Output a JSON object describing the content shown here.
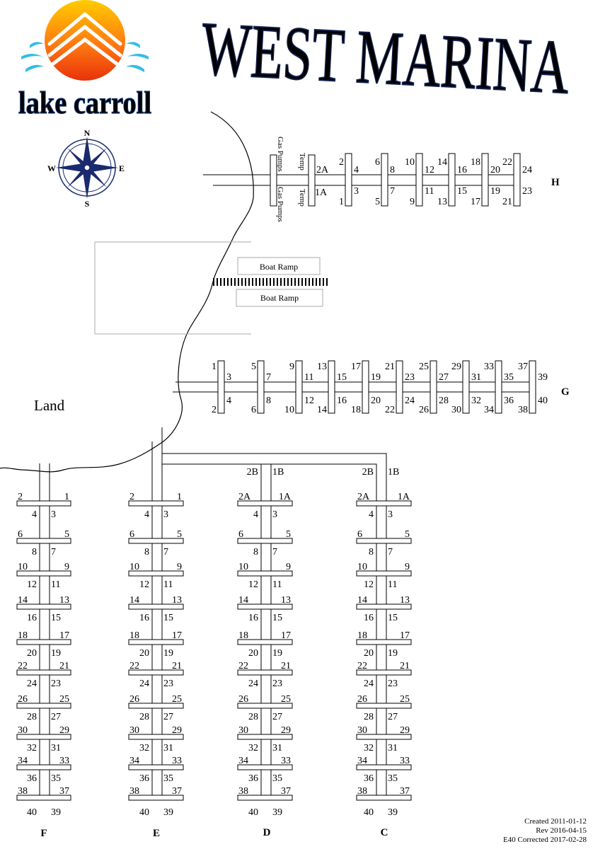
{
  "title": "WEST MARINA",
  "logo_text": "lake carroll",
  "compass": {
    "n": "N",
    "s": "S",
    "e": "E",
    "w": "W"
  },
  "land_label": "Land",
  "facilities": {
    "gas_pumps": "Gas Pumps",
    "temp": "Temp",
    "boat_ramp": "Boat Ramp"
  },
  "docks": {
    "H": {
      "name": "H",
      "top": [
        "2A",
        "2",
        "4",
        "6",
        "8",
        "10",
        "12",
        "14",
        "16",
        "18",
        "20",
        "22",
        "24"
      ],
      "bottom": [
        "1A",
        "1",
        "3",
        "5",
        "7",
        "9",
        "11",
        "13",
        "15",
        "17",
        "19",
        "21",
        "23"
      ]
    },
    "G": {
      "name": "G",
      "top": [
        "1",
        "3",
        "5",
        "7",
        "9",
        "11",
        "13",
        "15",
        "17",
        "19",
        "21",
        "23",
        "25",
        "27",
        "29",
        "31",
        "33",
        "35",
        "37",
        "39"
      ],
      "bottom": [
        "2",
        "4",
        "6",
        "8",
        "10",
        "12",
        "14",
        "16",
        "18",
        "20",
        "22",
        "24",
        "26",
        "28",
        "30",
        "32",
        "34",
        "36",
        "38",
        "40"
      ]
    },
    "F": {
      "name": "F",
      "pairs": [
        [
          "2",
          "1"
        ],
        [
          "4",
          "3"
        ],
        [
          "6",
          "5"
        ],
        [
          "8",
          "7"
        ],
        [
          "10",
          "9"
        ],
        [
          "12",
          "11"
        ],
        [
          "14",
          "13"
        ],
        [
          "16",
          "15"
        ],
        [
          "18",
          "17"
        ],
        [
          "20",
          "19"
        ],
        [
          "22",
          "21"
        ],
        [
          "24",
          "23"
        ],
        [
          "26",
          "25"
        ],
        [
          "28",
          "27"
        ],
        [
          "30",
          "29"
        ],
        [
          "32",
          "31"
        ],
        [
          "34",
          "33"
        ],
        [
          "36",
          "35"
        ],
        [
          "38",
          "37"
        ],
        [
          "40",
          "39"
        ]
      ]
    },
    "E": {
      "name": "E",
      "pairs": [
        [
          "2",
          "1"
        ],
        [
          "4",
          "3"
        ],
        [
          "6",
          "5"
        ],
        [
          "8",
          "7"
        ],
        [
          "10",
          "9"
        ],
        [
          "12",
          "11"
        ],
        [
          "14",
          "13"
        ],
        [
          "16",
          "15"
        ],
        [
          "18",
          "17"
        ],
        [
          "20",
          "19"
        ],
        [
          "22",
          "21"
        ],
        [
          "24",
          "23"
        ],
        [
          "26",
          "25"
        ],
        [
          "28",
          "27"
        ],
        [
          "30",
          "29"
        ],
        [
          "32",
          "31"
        ],
        [
          "34",
          "33"
        ],
        [
          "36",
          "35"
        ],
        [
          "38",
          "37"
        ],
        [
          "40",
          "39"
        ]
      ]
    },
    "D": {
      "name": "D",
      "head": [
        "2B",
        "1B"
      ],
      "pairs": [
        [
          "2A",
          "1A"
        ],
        [
          "4",
          "3"
        ],
        [
          "6",
          "5"
        ],
        [
          "8",
          "7"
        ],
        [
          "10",
          "9"
        ],
        [
          "12",
          "11"
        ],
        [
          "14",
          "13"
        ],
        [
          "16",
          "15"
        ],
        [
          "18",
          "17"
        ],
        [
          "20",
          "19"
        ],
        [
          "22",
          "21"
        ],
        [
          "24",
          "23"
        ],
        [
          "26",
          "25"
        ],
        [
          "28",
          "27"
        ],
        [
          "30",
          "29"
        ],
        [
          "32",
          "31"
        ],
        [
          "34",
          "33"
        ],
        [
          "36",
          "35"
        ],
        [
          "38",
          "37"
        ],
        [
          "40",
          "39"
        ]
      ]
    },
    "C": {
      "name": "C",
      "head": [
        "2B",
        "1B"
      ],
      "pairs": [
        [
          "2A",
          "1A"
        ],
        [
          "4",
          "3"
        ],
        [
          "6",
          "5"
        ],
        [
          "8",
          "7"
        ],
        [
          "10",
          "9"
        ],
        [
          "12",
          "11"
        ],
        [
          "14",
          "13"
        ],
        [
          "16",
          "15"
        ],
        [
          "18",
          "17"
        ],
        [
          "20",
          "19"
        ],
        [
          "22",
          "21"
        ],
        [
          "24",
          "23"
        ],
        [
          "26",
          "25"
        ],
        [
          "28",
          "27"
        ],
        [
          "30",
          "29"
        ],
        [
          "32",
          "31"
        ],
        [
          "34",
          "33"
        ],
        [
          "36",
          "35"
        ],
        [
          "38",
          "37"
        ],
        [
          "40",
          "39"
        ]
      ]
    }
  },
  "credits": {
    "created": "Created 2011-01-12",
    "rev": "Rev 2016-04-15",
    "corrected": "E40 Corrected 2017-02-28"
  },
  "colors": {
    "title_top": "#8f8fe8",
    "title_bottom": "#1aa39a",
    "logo_text": "#1e5fa8",
    "sun_top": "#ffcc00",
    "sun_bottom": "#e8320a",
    "water": "#33bde8",
    "compass": "#1a2a6e"
  }
}
